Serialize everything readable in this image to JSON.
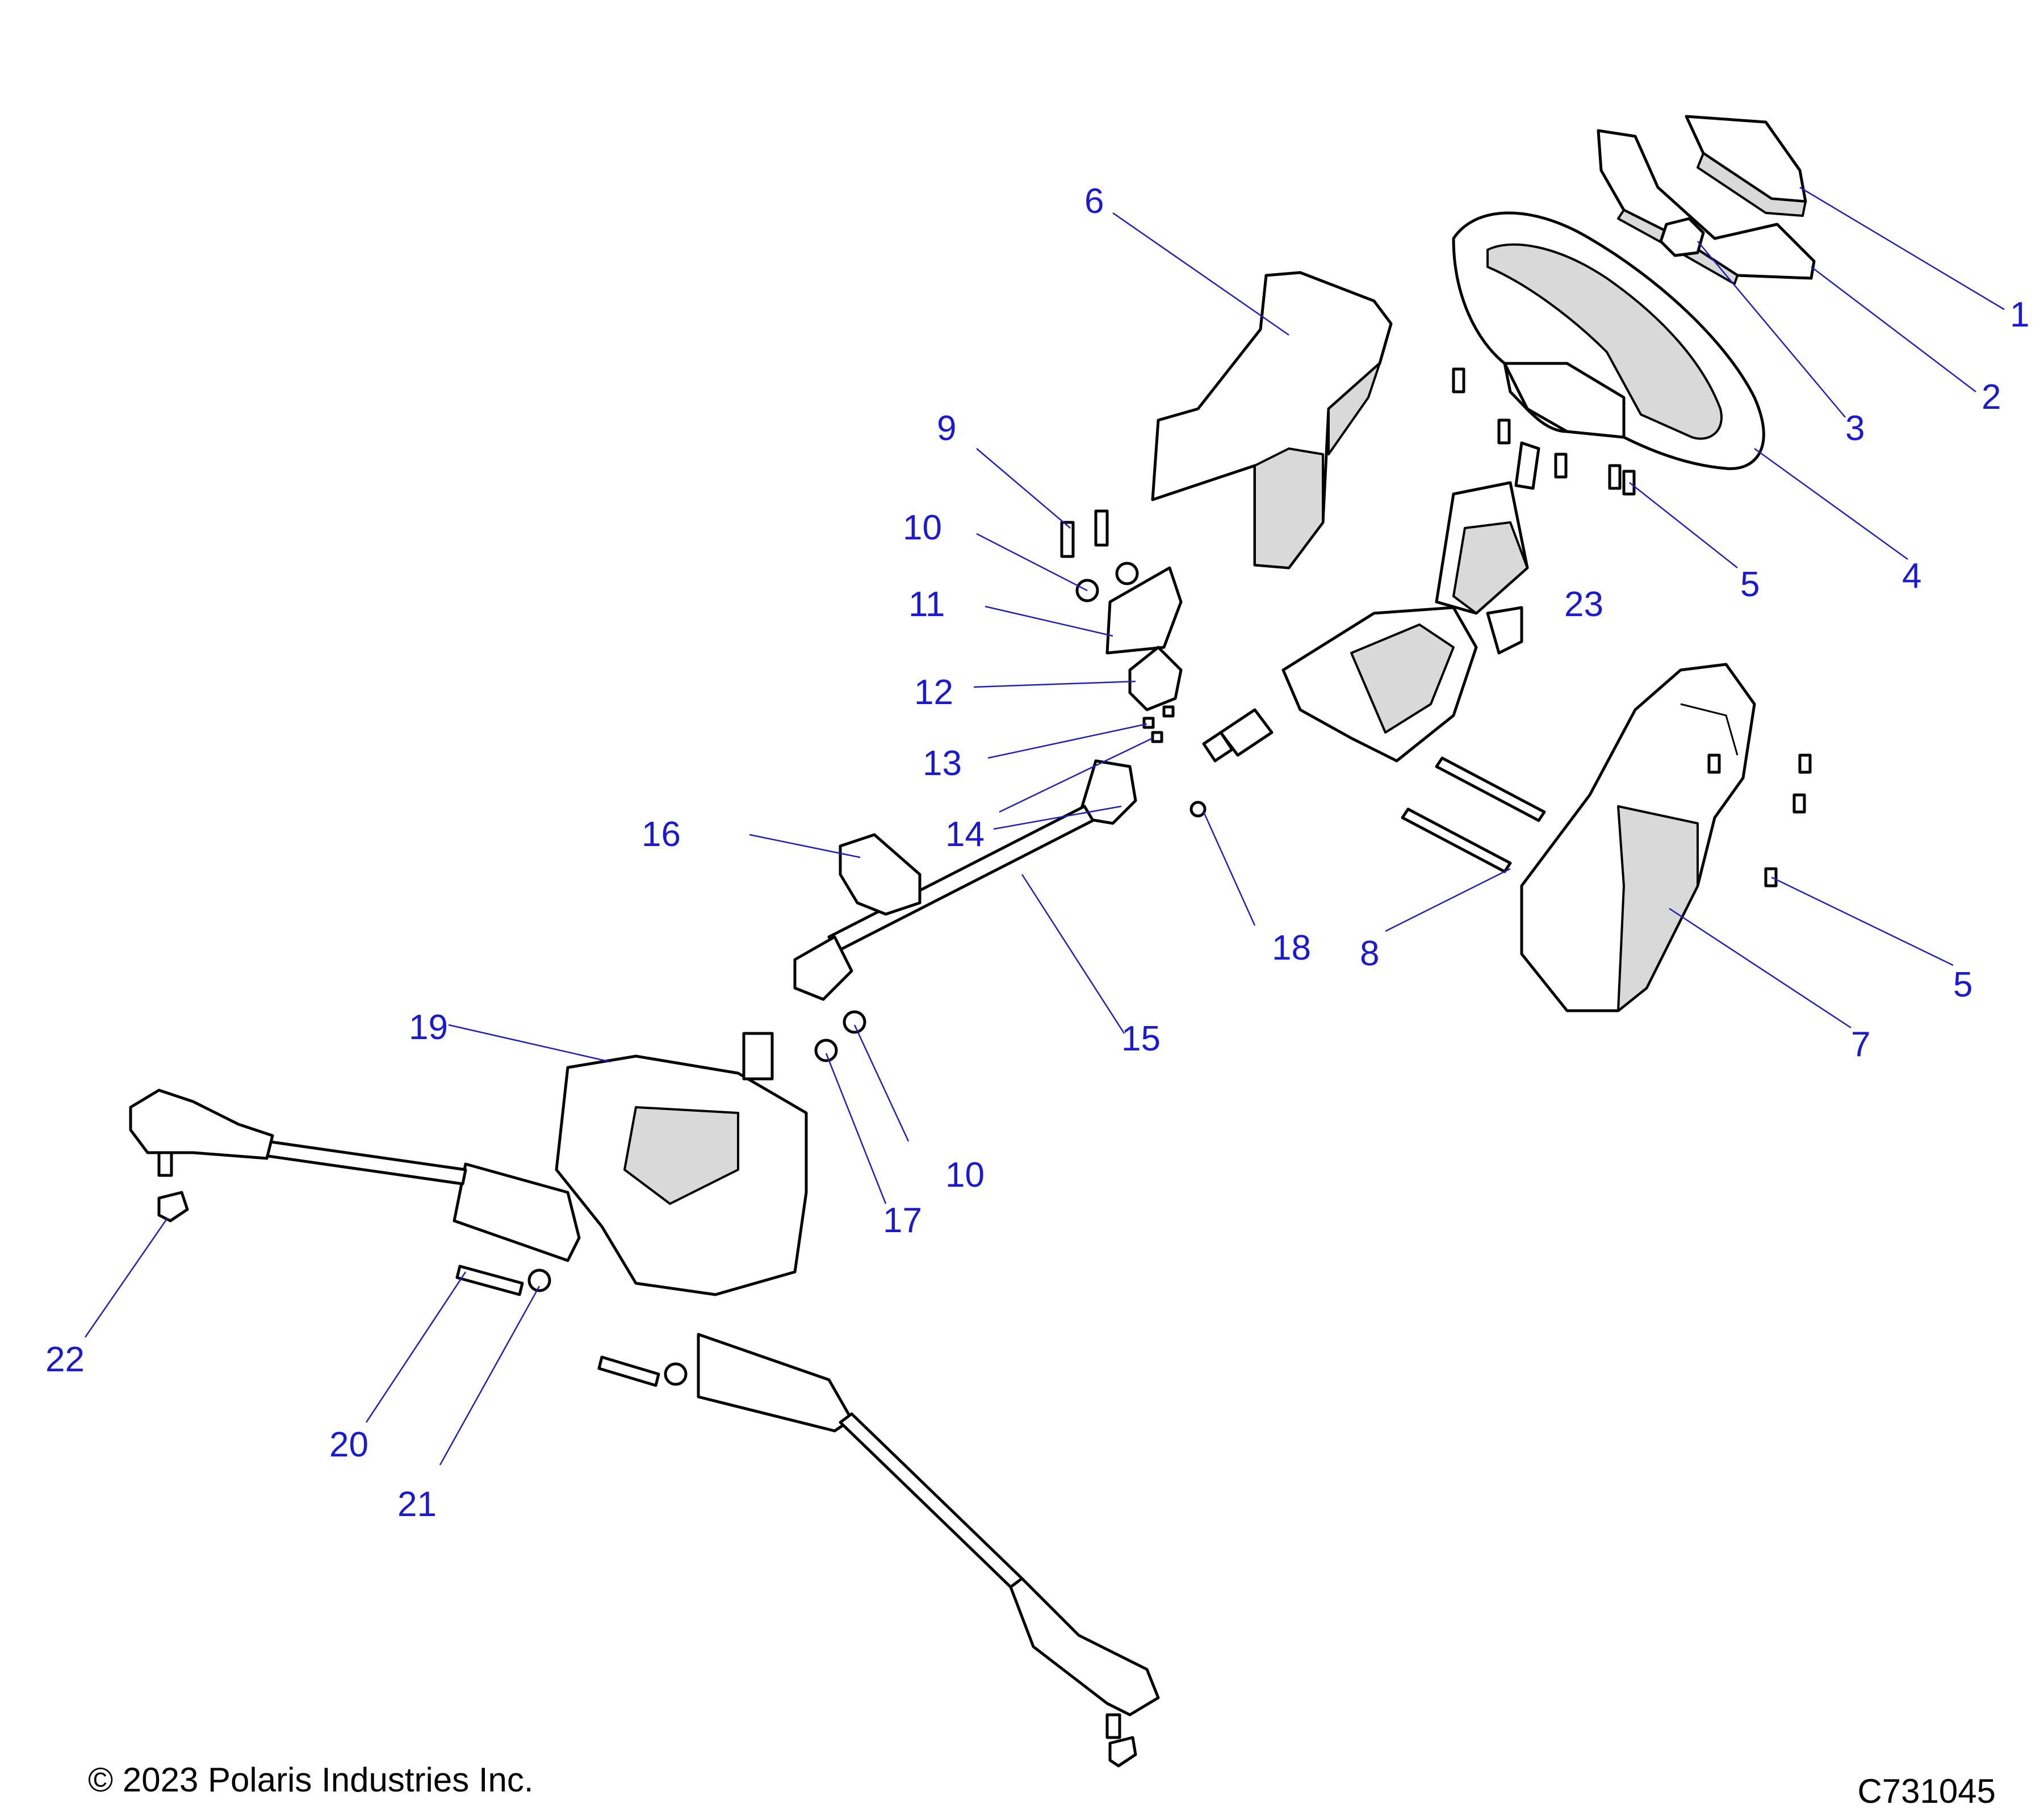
{
  "callouts": [
    "1",
    "2",
    "3",
    "4",
    "5",
    "5",
    "6",
    "7",
    "8",
    "9",
    "10",
    "10",
    "11",
    "12",
    "13",
    "14",
    "15",
    "16",
    "17",
    "18",
    "19",
    "20",
    "21",
    "22",
    "23"
  ],
  "footer": {
    "copyright": "© 2023 Polaris Industries Inc.",
    "diagram_id": "C731045"
  }
}
